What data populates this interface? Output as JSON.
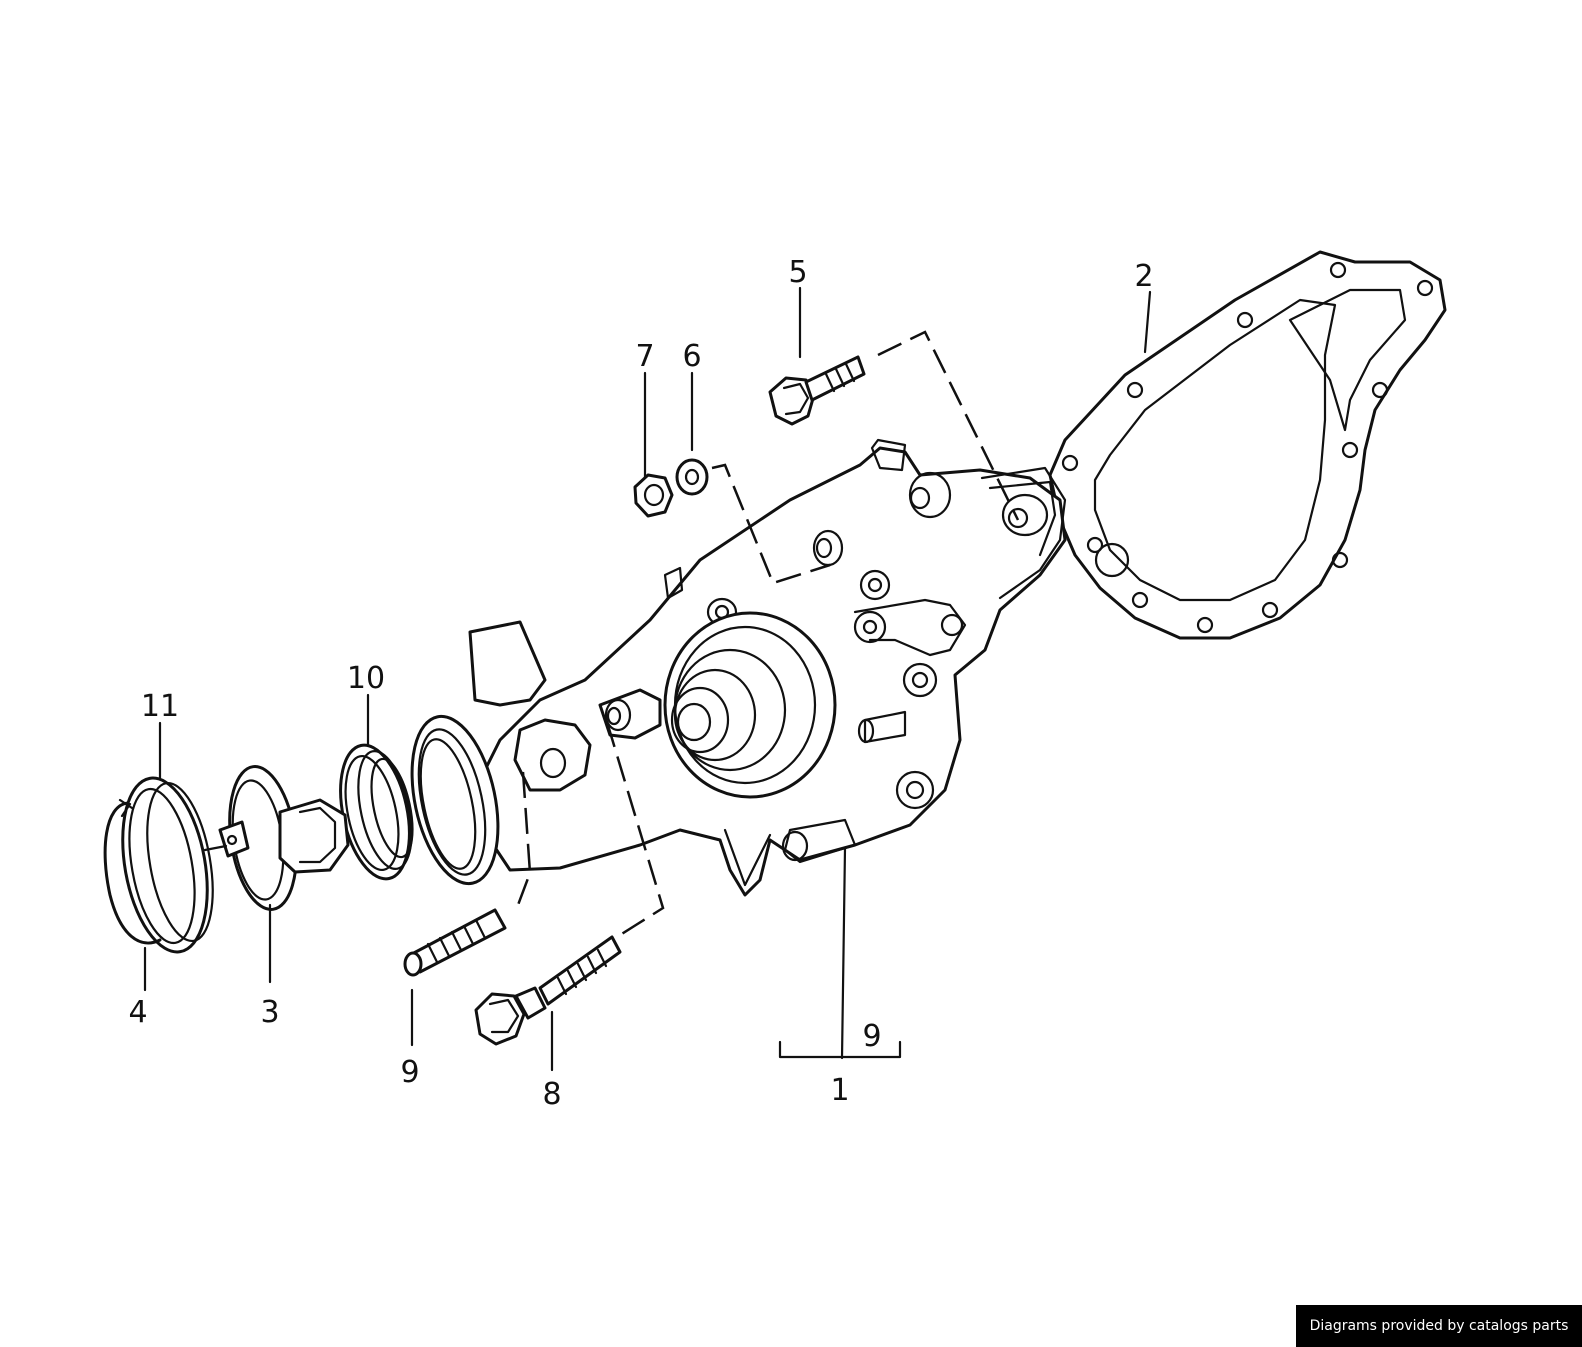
{
  "diagram": {
    "callouts": {
      "c1": "1",
      "c2": "2",
      "c3": "3",
      "c4": "4",
      "c5": "5",
      "c6": "6",
      "c7": "7",
      "c8": "8",
      "c9a": "9",
      "c9b": "9",
      "c10": "10",
      "c11": "11"
    }
  },
  "footer": {
    "credit": "Diagrams provided by catalogs parts"
  },
  "colors": {
    "line": "#111111",
    "background": "#ffffff",
    "credit_bg": "#000000",
    "credit_text": "#ffffff"
  }
}
